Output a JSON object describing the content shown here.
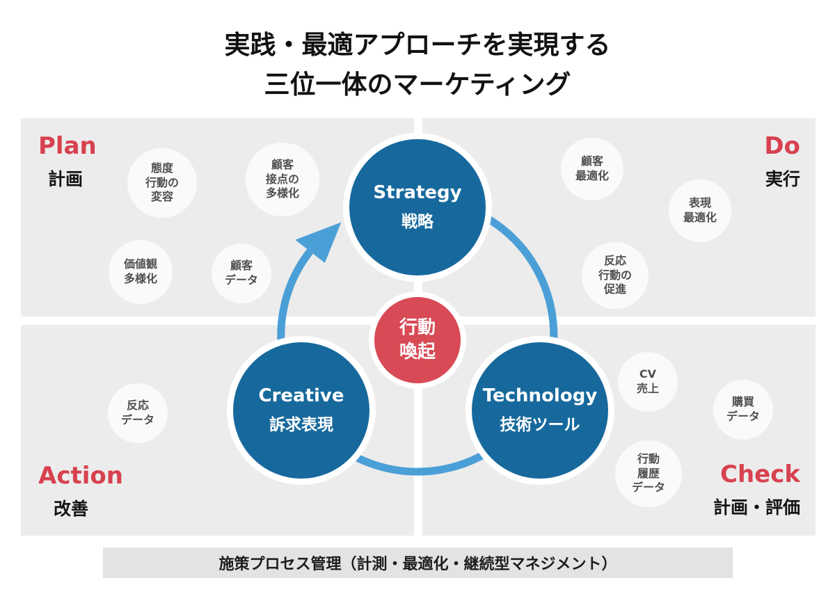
{
  "title": {
    "line1": "実践・最適アプローチを実現する",
    "line2": "三位一体のマーケティング"
  },
  "quadrants": {
    "plan": {
      "en": "Plan",
      "ja": "計画"
    },
    "do": {
      "en": "Do",
      "ja": "実行"
    },
    "action": {
      "en": "Action",
      "ja": "改善"
    },
    "check": {
      "en": "Check",
      "ja": "計画・評価"
    }
  },
  "core": {
    "strategy": {
      "en": "Strategy",
      "ja": "戦略"
    },
    "creative": {
      "en": "Creative",
      "ja": "訴求表現"
    },
    "technology": {
      "en": "Technology",
      "ja": "技術ツール"
    },
    "center": {
      "lines": [
        "行動",
        "喚起"
      ]
    }
  },
  "bubbles": {
    "attitude_change": {
      "lines": [
        "態度",
        "行動の",
        "変容"
      ]
    },
    "contact_diversity": {
      "lines": [
        "顧客",
        "接点の",
        "多様化"
      ]
    },
    "values_diversity": {
      "lines": [
        "価値観",
        "多様化"
      ]
    },
    "customer_data": {
      "lines": [
        "顧客",
        "データ"
      ]
    },
    "customer_optimization": {
      "lines": [
        "顧客",
        "最適化"
      ]
    },
    "expression_optimization": {
      "lines": [
        "表現",
        "最適化"
      ]
    },
    "response_promotion": {
      "lines": [
        "反応",
        "行動の",
        "促進"
      ]
    },
    "response_data": {
      "lines": [
        "反応",
        "データ"
      ]
    },
    "cv_sales": {
      "lines": [
        "CV",
        "売上"
      ]
    },
    "purchase_data": {
      "lines": [
        "購買",
        "データ"
      ]
    },
    "behavior_history_data": {
      "lines": [
        "行動",
        "履歴",
        "データ"
      ]
    }
  },
  "footer": {
    "label": "施策プロセス管理（計測・最適化・継続型マネジメント）"
  },
  "colors": {
    "accent_red": "#d8414f",
    "center_circle_red": "#d84a55",
    "main_circle_blue": "#17699d",
    "arrow_blue": "#4b9fd7",
    "panel_gray": "#ececec",
    "bubble_white": "#fafafa",
    "footer_gray": "#e3e3e3"
  }
}
